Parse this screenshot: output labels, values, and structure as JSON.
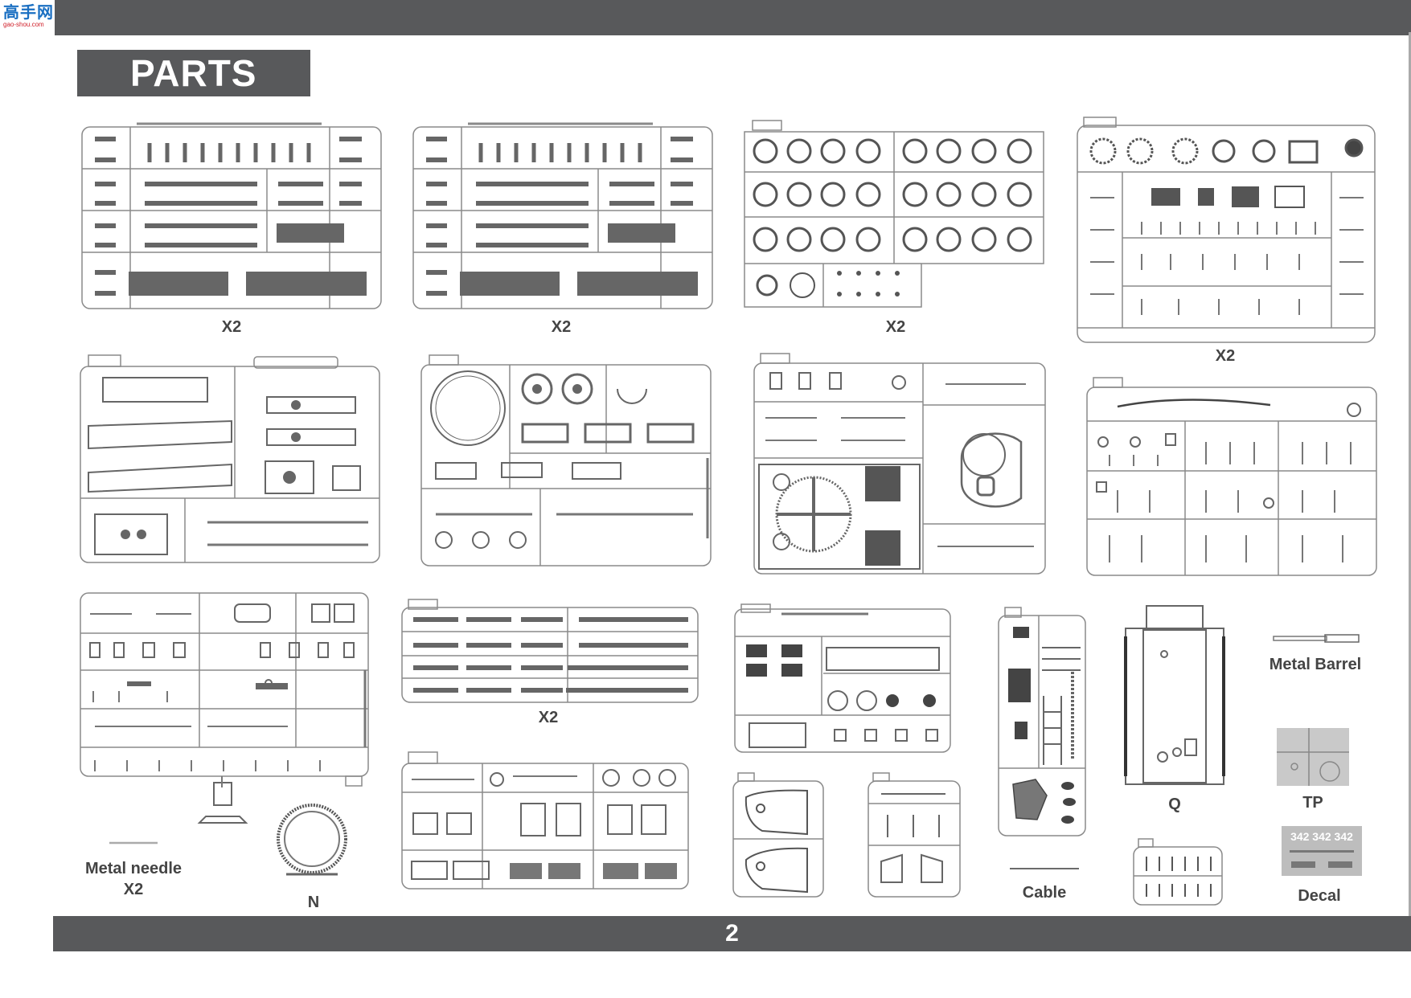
{
  "brand": {
    "logo_text_cn": "高手网",
    "logo_url": "gao-shou.com"
  },
  "page_title": "PARTS",
  "page_number": "2",
  "labels": {
    "a_qty": "X2",
    "b_qty": "X2",
    "d_qty": "X2",
    "e_qty": "X2",
    "f_qty": "X2",
    "metal_needle": "Metal needle",
    "metal_needle_qty": "X2",
    "n": "N",
    "cable": "Cable",
    "q": "Q",
    "metal_barrel": "Metal Barrel",
    "tp": "TP",
    "decal": "Decal"
  },
  "decal_text": "342 342 342",
  "colors": {
    "bar": "#58595b",
    "line": "#8a8a8a",
    "text": "#444444",
    "logo_blue": "#1a6fc2",
    "logo_red": "#d0202a"
  }
}
